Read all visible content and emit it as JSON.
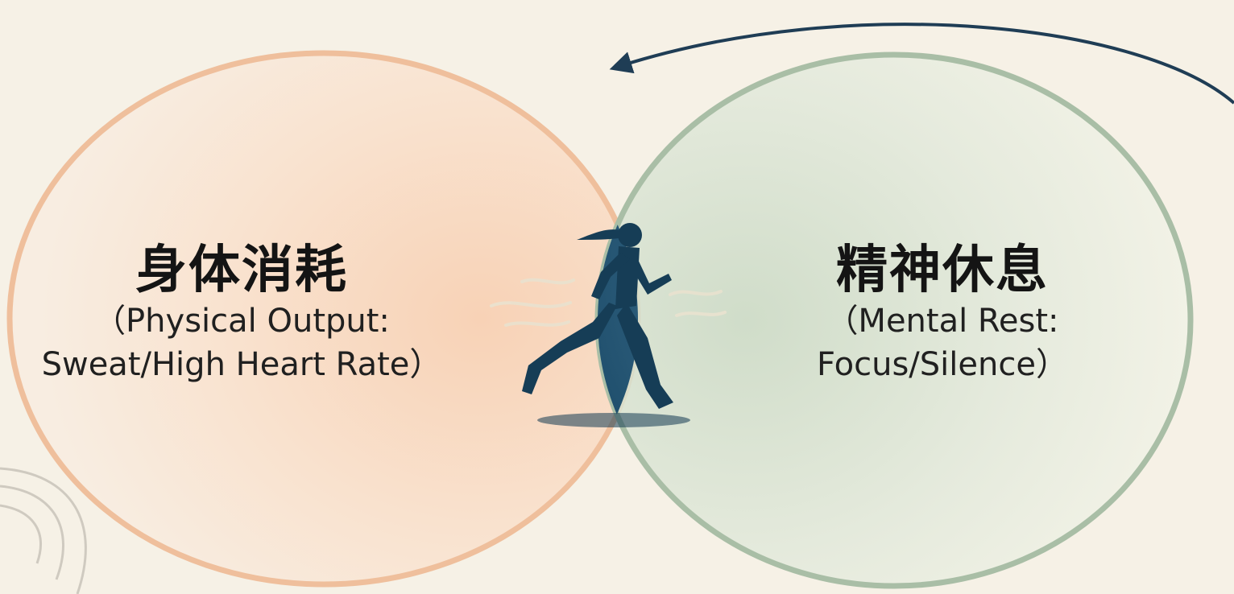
{
  "left_circle": {
    "title": "身体消耗",
    "subtitle_line1": "（Physical Output:",
    "subtitle_line2": "Sweat/High Heart Rate）"
  },
  "right_circle": {
    "title": "精神休息",
    "subtitle_line1": "（Mental Rest:",
    "subtitle_line2": "Focus/Silence）"
  },
  "center": {
    "icon": "runner-icon"
  },
  "colors": {
    "background": "#f6f1e6",
    "left_fill": "#f6cdb0",
    "left_stroke": "#efb892",
    "right_fill": "#d2dfcd",
    "right_stroke": "#9fb69c",
    "center_fill": "#1f4e6d",
    "arrow": "#1f3d55"
  }
}
